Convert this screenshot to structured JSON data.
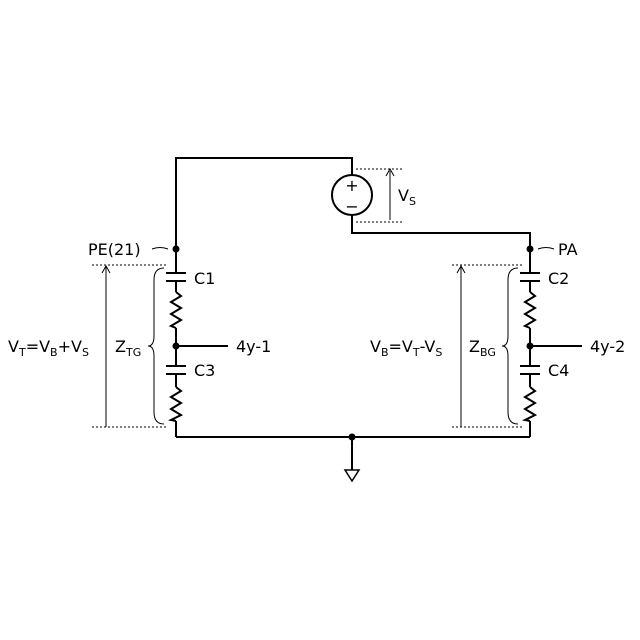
{
  "labels": {
    "pe": "PE(21)",
    "pa": "PA",
    "c1": "C1",
    "c2": "C2",
    "c3": "C3",
    "c4": "C4",
    "node_left": "4y-1",
    "node_right": "4y-2",
    "vs": {
      "main": "V",
      "sub": "S"
    },
    "ztg": {
      "main": "Z",
      "sub": "TG"
    },
    "zbg": {
      "main": "Z",
      "sub": "BG"
    },
    "vt_eq": {
      "p1": "V",
      "s1": "T",
      "p2": "=V",
      "s2": "B",
      "p3": "+V",
      "s3": "S"
    },
    "vb_eq": {
      "p1": "V",
      "s1": "B",
      "p2": "=V",
      "s2": "T",
      "p3": "-V",
      "s3": "S"
    },
    "plus": "+",
    "minus": "−"
  }
}
